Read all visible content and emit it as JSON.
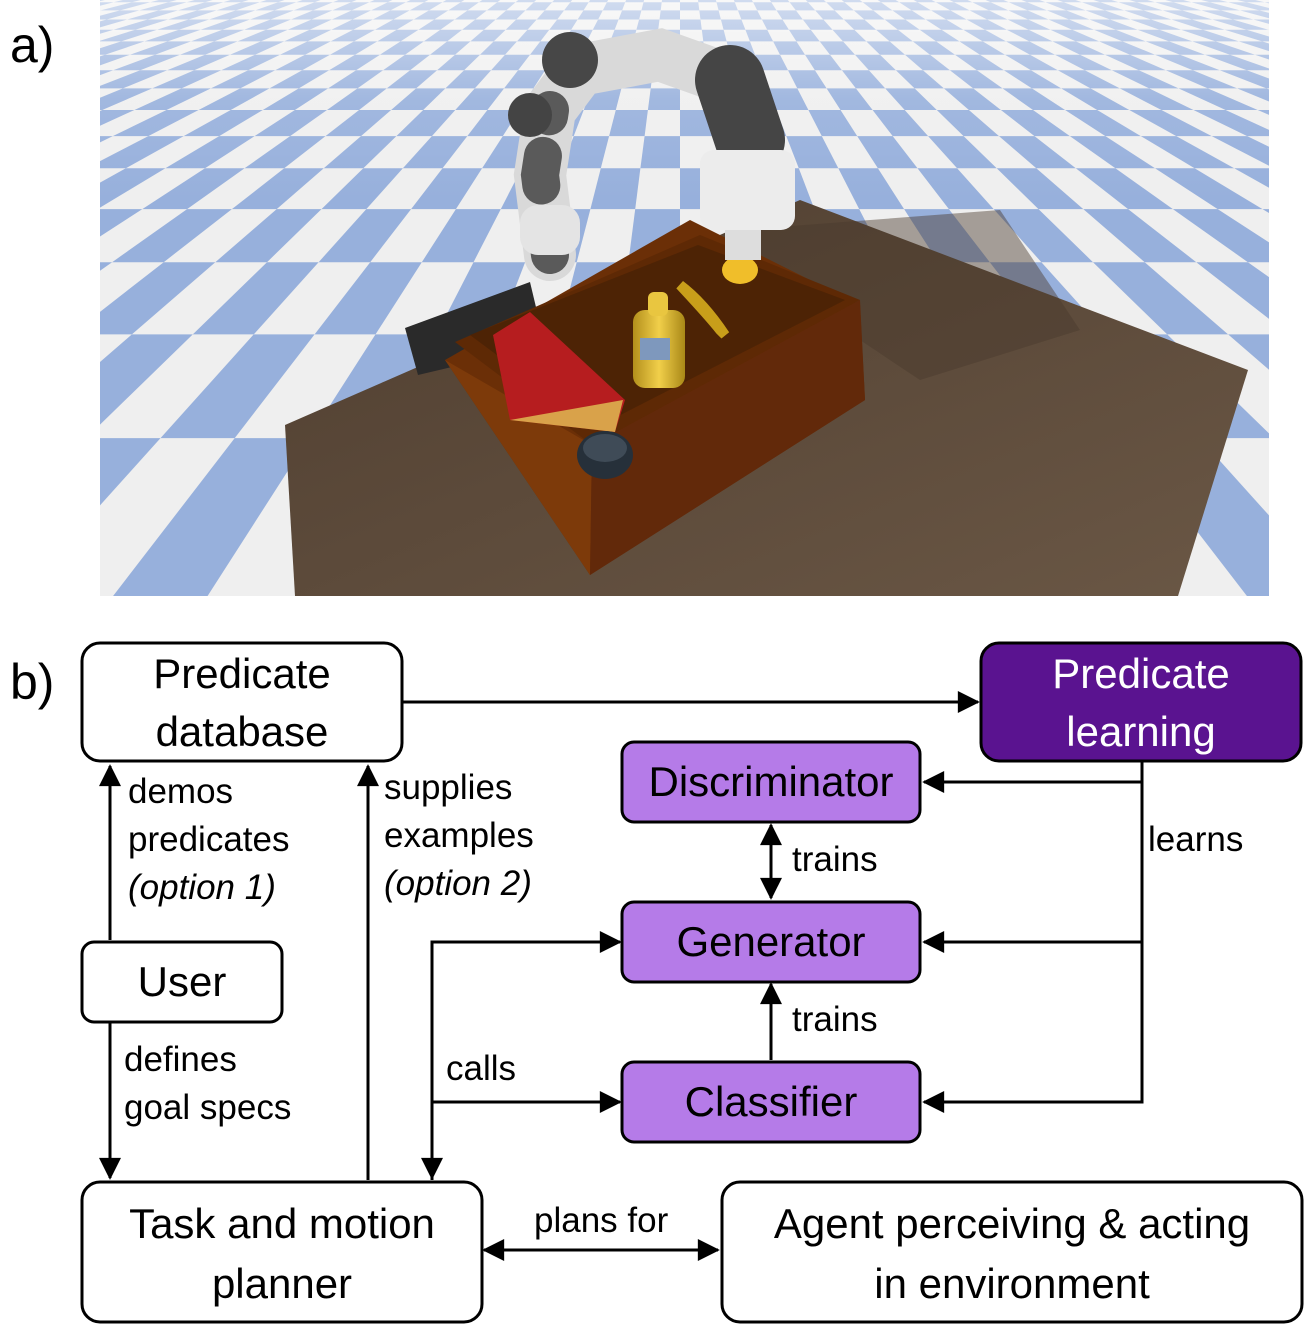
{
  "panels": {
    "a_label": "a)",
    "b_label": "b)"
  },
  "colors": {
    "node_default_fill": "#ffffff",
    "node_light_purple": "#b57be8",
    "node_dark_purple": "#5a1390",
    "floor_blue": "#97b0dc",
    "floor_white": "#efefef",
    "table_brown": "#5b4838",
    "tray_brown": "#6b2f07"
  },
  "nodes": {
    "predicate_database": [
      "Predicate",
      "database"
    ],
    "predicate_learning": [
      "Predicate",
      "learning"
    ],
    "discriminator": "Discriminator",
    "generator": "Generator",
    "classifier": "Classifier",
    "user": "User",
    "planner": [
      "Task and motion",
      "planner"
    ],
    "agent": [
      "Agent perceiving & acting",
      "in environment"
    ]
  },
  "edge_labels": {
    "demos": [
      "demos",
      "predicates",
      "(option 1)"
    ],
    "supplies": [
      "supplies",
      "examples",
      "(option 2)"
    ],
    "trains_top": "trains",
    "trains_bottom": "trains",
    "learns": "learns",
    "calls": "calls",
    "defines": [
      "defines",
      "goal specs"
    ],
    "plans_for": "plans for"
  }
}
